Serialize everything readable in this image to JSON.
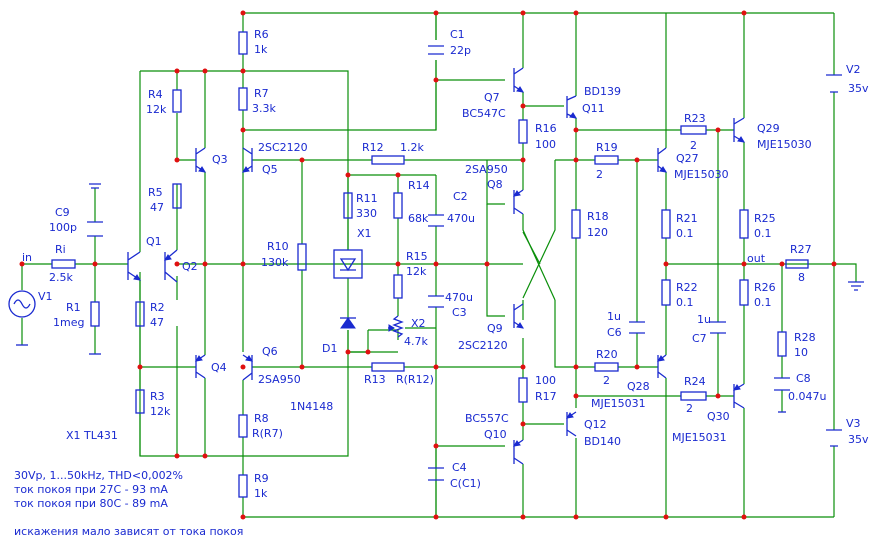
{
  "labels": {
    "r6": "R6",
    "r6v": "1k",
    "r7": "R7",
    "r7v": "3.3k",
    "r4": "R4",
    "r4v": "12k",
    "r5": "R5",
    "r5v": "47",
    "c9": "C9",
    "c9v": "100p",
    "ri": "Ri",
    "riv": "2.5k",
    "r1": "R1",
    "r1v": "1meg",
    "v1": "V1",
    "in": "in",
    "q1": "Q1",
    "q2": "Q2",
    "q3": "Q3",
    "q4": "Q4",
    "r2": "R2",
    "r2v": "47",
    "r3": "R3",
    "r3v": "12k",
    "x1note": "X1 TL431",
    "q5t": "2SC2120",
    "q5": "Q5",
    "q6": "Q6",
    "q6t": "2SA950",
    "r10": "R10",
    "r10v": "130k",
    "r12": "R12",
    "r12v": "1.2k",
    "r11": "R11",
    "r11v": "330",
    "x1": "X1",
    "d1": "D1",
    "r14": "R14",
    "r14v": "68k",
    "r15": "R15",
    "r15v": "12k",
    "x2": "X2",
    "x2v": "4.7k",
    "r13": "R13",
    "r13v": "R(R12)",
    "d1t": "1N4148",
    "r8": "R8",
    "r8v": "R(R7)",
    "r9": "R9",
    "r9v": "1k",
    "c1": "C1",
    "c1v": "22p",
    "q7": "Q7",
    "q7t": "BC547C",
    "r16": "R16",
    "r16v": "100",
    "c2": "C2",
    "c2v": "470u",
    "c3v": "470u",
    "c3": "C3",
    "q8t": "2SA950",
    "q8": "Q8",
    "q9": "Q9",
    "q9t": "2SC2120",
    "q11t": "BD139",
    "q11": "Q11",
    "r18": "R18",
    "r18v": "120",
    "r17v": "100",
    "r17": "R17",
    "q10t": "BC557C",
    "q10": "Q10",
    "q12": "Q12",
    "q12t": "BD140",
    "c4": "C4",
    "c4v": "C(C1)",
    "r19": "R19",
    "r19v": "2",
    "r20": "R20",
    "r20v": "2",
    "c6v": "1u",
    "c6": "C6",
    "q27": "Q27",
    "q27t": "MJE15030",
    "q28": "Q28",
    "q28t": "MJE15031",
    "r21": "R21",
    "r21v": "0.1",
    "r22": "R22",
    "r22v": "0.1",
    "r23": "R23",
    "r23v": "2",
    "r24": "R24",
    "r24v": "2",
    "c7v": "1u",
    "c7": "C7",
    "q29": "Q29",
    "q29t": "MJE15030",
    "q30": "Q30",
    "q30t": "MJE15031",
    "r25": "R25",
    "r25v": "0.1",
    "r26": "R26",
    "r26v": "0.1",
    "r27": "R27",
    "r27v": "8",
    "r28": "R28",
    "r28v": "10",
    "c8": "C8",
    "c8v": "0.047u",
    "out": "out",
    "v2": "V2",
    "v2v": "35v",
    "v3": "V3",
    "v3v": "35v"
  },
  "notes": {
    "line1": "30Vp, 1...50kHz, THD<0,002%",
    "line2": "ток покоя при 27С - 93 mA",
    "line3": "ток покоя при 80С - 89 mA",
    "line4": "искажения мало зависят от тока покоя"
  },
  "colors": {
    "wire": "#0a8f0a",
    "component": "#1a2ad0",
    "junction": "#e01010"
  }
}
